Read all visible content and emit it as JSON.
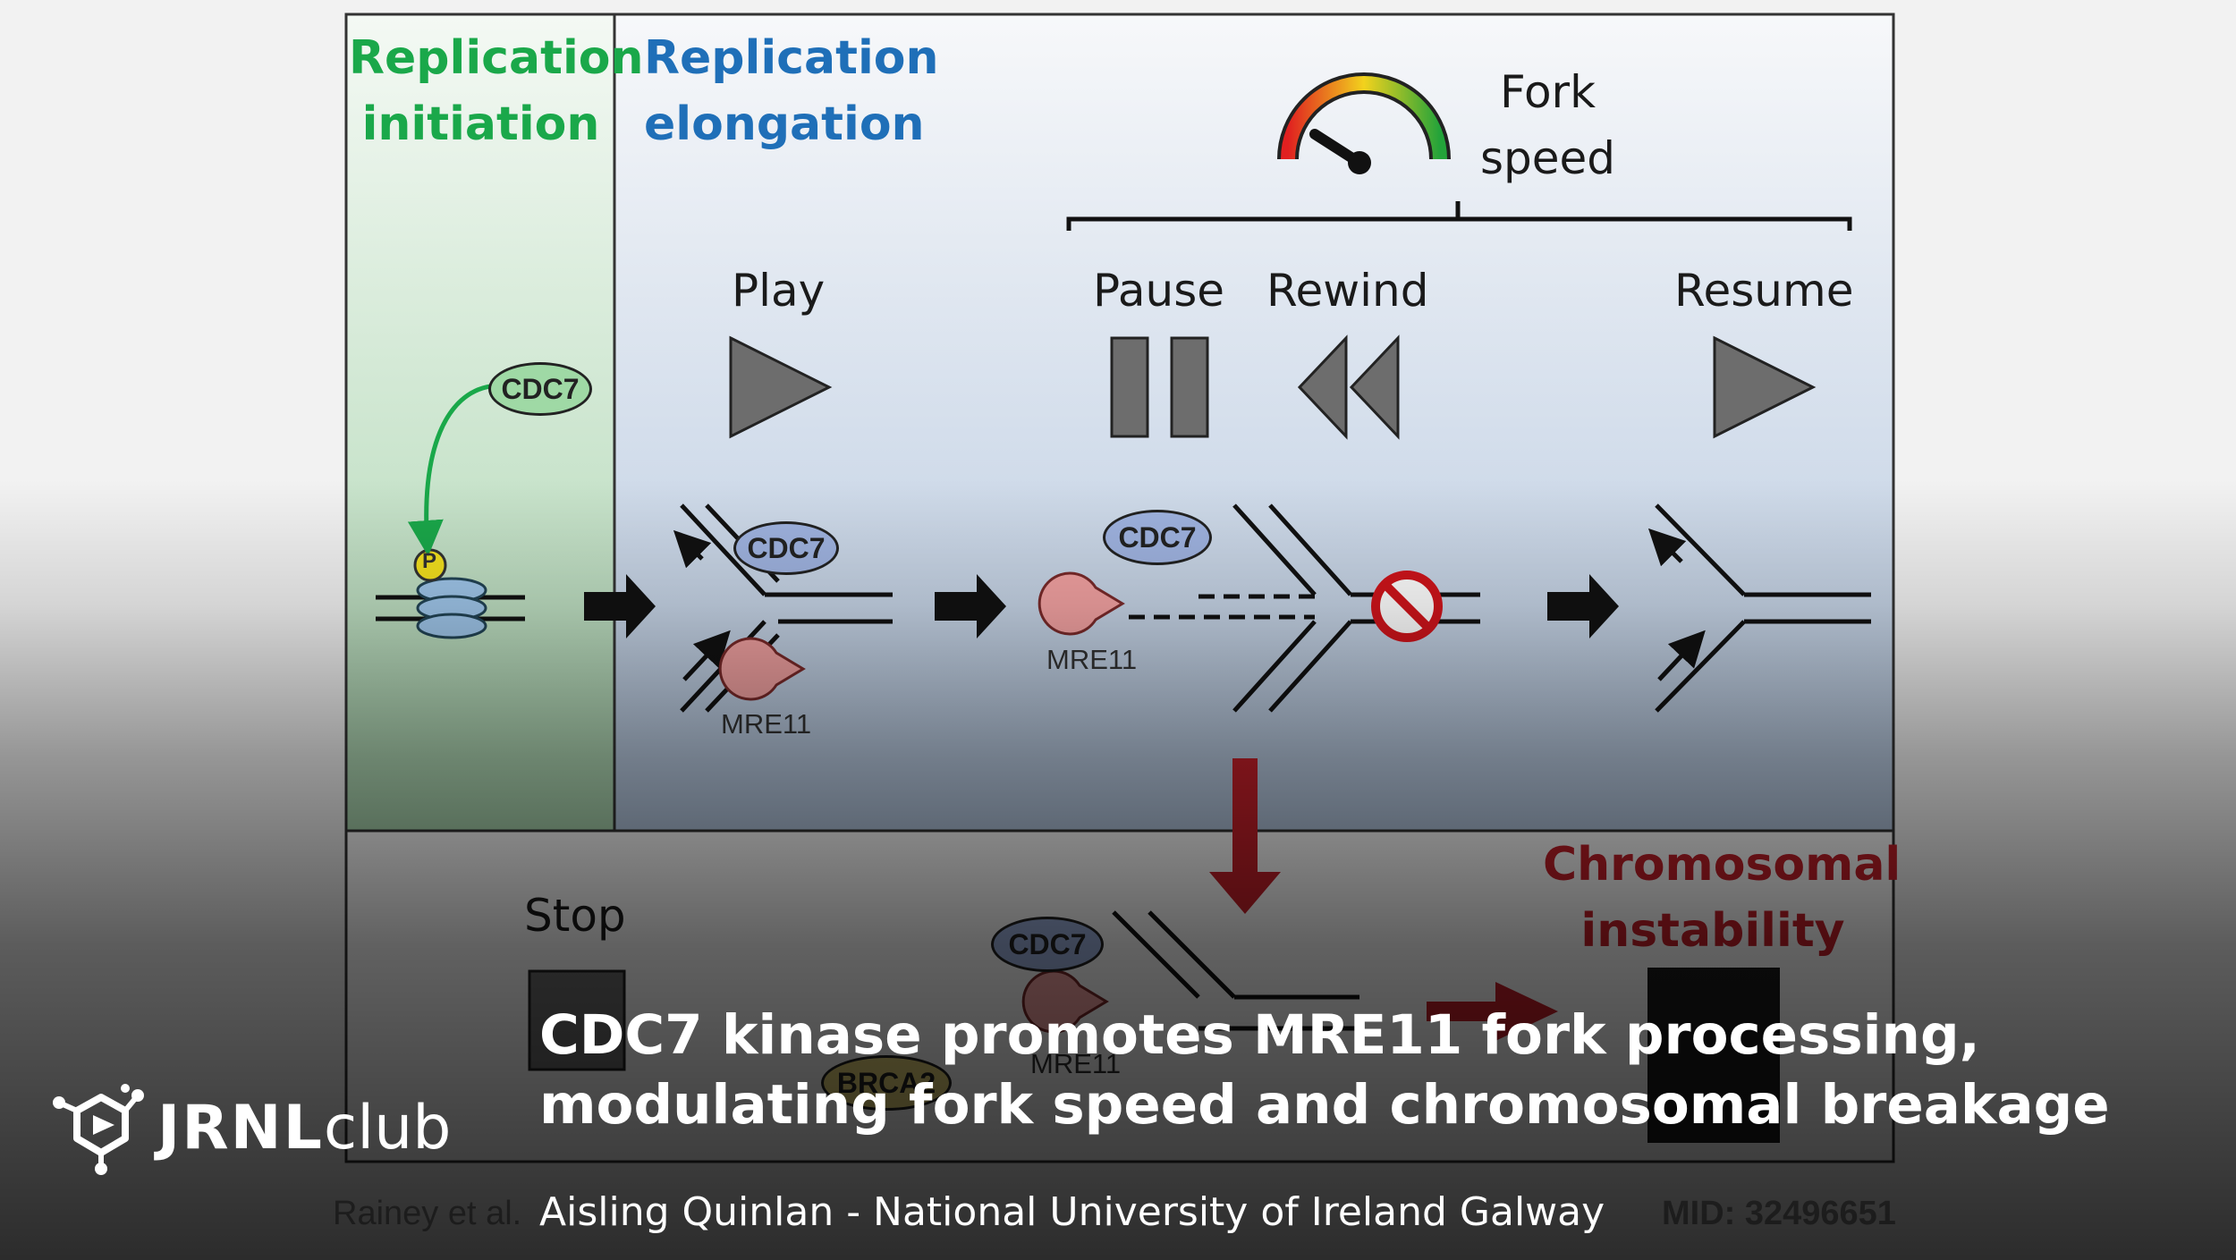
{
  "figure": {
    "panel_initiation_title": "Replication\ninitiation",
    "panel_elongation_title": "Replication\nelongation",
    "fork_speed_label": "Fork\nspeed",
    "play_label": "Play",
    "pause_label": "Pause",
    "rewind_label": "Rewind",
    "resume_label": "Resume",
    "stop_label": "Stop",
    "chromosomal_instability_label": "Chromosomal\ninstability",
    "phospho_label": "P",
    "cdc7_label": "CDC7",
    "mre11_label": "MRE11",
    "brca2_label": "BRCA2",
    "citation_left": "Rainey et al.",
    "citation_right": "MID: 32496651"
  },
  "caption": {
    "title_line1": "CDC7 kinase promotes MRE11 fork processing,",
    "title_line2": "modulating fork speed and chromosomal breakage",
    "author_line": "Aisling Quinlan - National University of Ireland Galway"
  },
  "brand": {
    "logo_bold": "JRNL",
    "logo_light": "club"
  },
  "colors": {
    "initiation_green": "#1aa84a",
    "elongation_blue": "#1f6fb8",
    "instability_red": "#c8202a",
    "cdc7_green_fill": "#9fd9a5",
    "cdc7_blue_fill": "#9fb3e0",
    "mre11_fill": "#f3a2a2"
  }
}
